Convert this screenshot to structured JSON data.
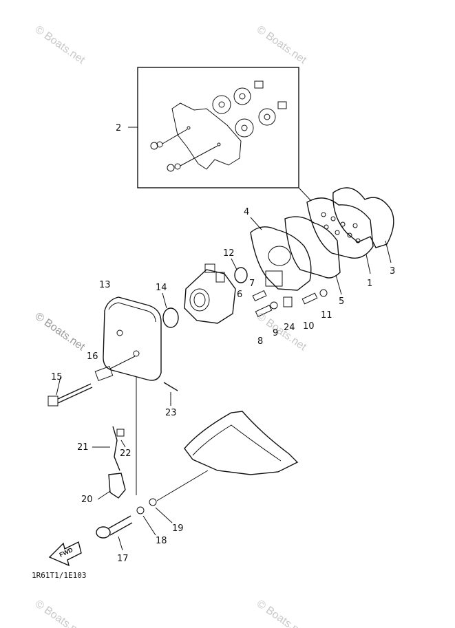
{
  "diagram": {
    "watermark_text": "© Boats.net",
    "drawing_code": "1R61T1/1E103",
    "fwd_label": "FWD",
    "callouts": [
      {
        "id": "c1",
        "label": "1"
      },
      {
        "id": "c2",
        "label": "2"
      },
      {
        "id": "c3",
        "label": "3"
      },
      {
        "id": "c4",
        "label": "4"
      },
      {
        "id": "c5",
        "label": "5"
      },
      {
        "id": "c6",
        "label": "6"
      },
      {
        "id": "c7",
        "label": "7"
      },
      {
        "id": "c8",
        "label": "8"
      },
      {
        "id": "c9",
        "label": "9"
      },
      {
        "id": "c10",
        "label": "10"
      },
      {
        "id": "c11",
        "label": "11"
      },
      {
        "id": "c12",
        "label": "12"
      },
      {
        "id": "c13",
        "label": "13"
      },
      {
        "id": "c14",
        "label": "14"
      },
      {
        "id": "c15",
        "label": "15"
      },
      {
        "id": "c16",
        "label": "16"
      },
      {
        "id": "c17",
        "label": "17"
      },
      {
        "id": "c18",
        "label": "18"
      },
      {
        "id": "c19",
        "label": "19"
      },
      {
        "id": "c20",
        "label": "20"
      },
      {
        "id": "c21",
        "label": "21"
      },
      {
        "id": "c22",
        "label": "22"
      },
      {
        "id": "c23",
        "label": "23"
      },
      {
        "id": "c24",
        "label": "24"
      }
    ]
  }
}
